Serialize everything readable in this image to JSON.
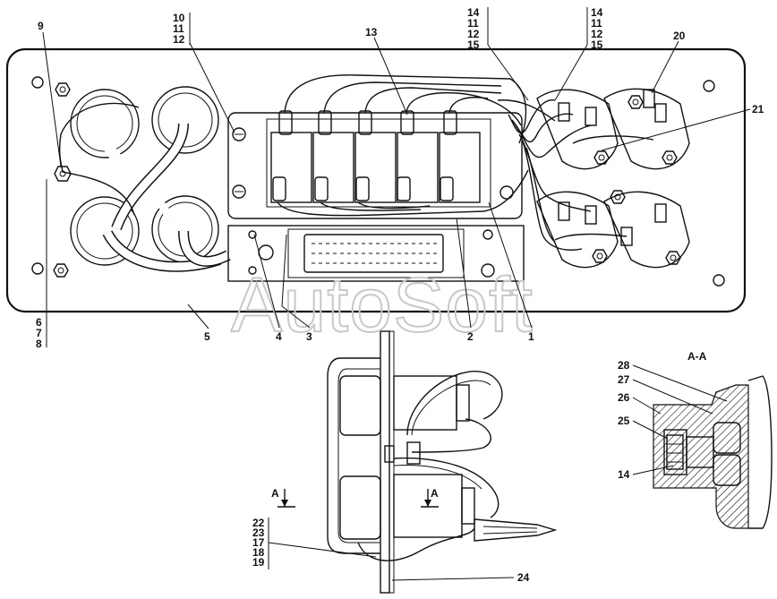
{
  "watermark": "AutoSoft",
  "section_title": "A-A",
  "view_marks": {
    "left": "A",
    "right": "A"
  },
  "callouts_top": {
    "c9": "9",
    "stack_10": [
      "10",
      "11",
      "12"
    ],
    "c13": "13",
    "stack_14a": [
      "14",
      "11",
      "12",
      "15"
    ],
    "stack_14b": [
      "14",
      "11",
      "12",
      "15"
    ],
    "c20": "20",
    "c21": "21"
  },
  "callouts_bottom": {
    "stack_6": [
      "6",
      "7",
      "8"
    ],
    "c5": "5",
    "c4": "4",
    "c3": "3",
    "c2": "2",
    "c1": "1"
  },
  "callouts_side": {
    "stack_22": [
      "22",
      "23",
      "17",
      "18",
      "19"
    ],
    "c24": "24"
  },
  "callouts_section": {
    "c28": "28",
    "c27": "27",
    "c26": "26",
    "c25": "25",
    "c14": "14"
  }
}
